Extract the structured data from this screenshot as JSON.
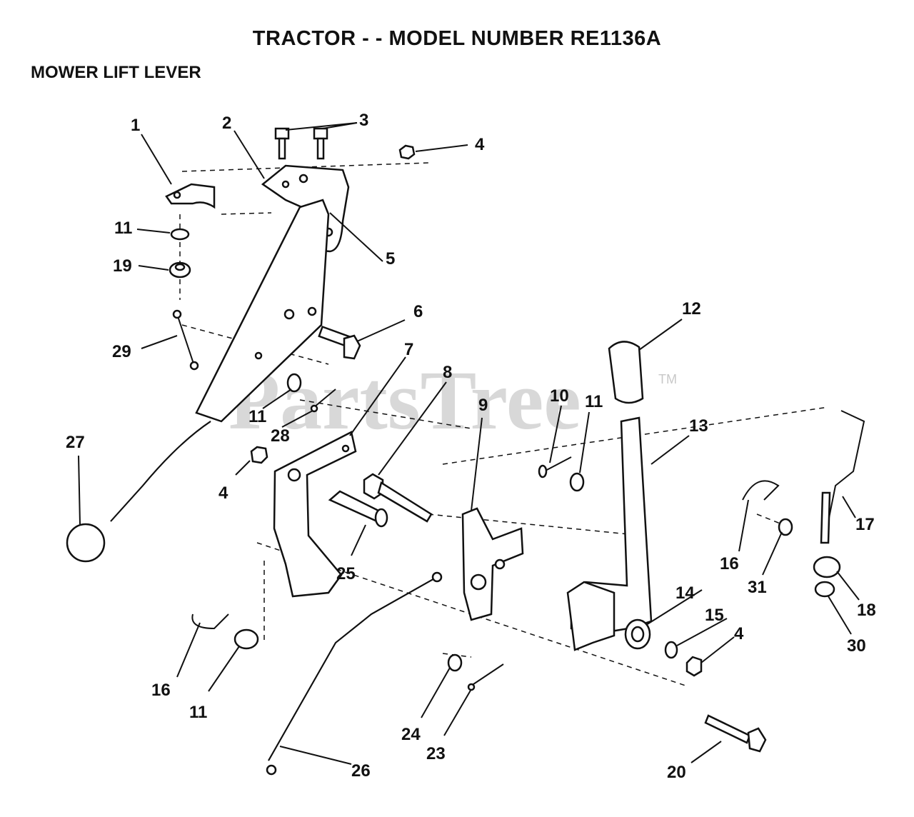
{
  "header": {
    "title": "TRACTOR - - MODEL NUMBER RE1136A",
    "subtitle": "MOWER LIFT LEVER"
  },
  "watermark": {
    "text": "PartsTree",
    "trademark": "TM"
  },
  "callouts": [
    "1",
    "2",
    "3",
    "4",
    "4",
    "4",
    "5",
    "6",
    "7",
    "8",
    "9",
    "10",
    "11",
    "11",
    "11",
    "11",
    "12",
    "13",
    "14",
    "15",
    "16",
    "16",
    "17",
    "18",
    "19",
    "20",
    "23",
    "24",
    "25",
    "26",
    "27",
    "28",
    "29",
    "30",
    "31"
  ],
  "colors": {
    "ink": "#111111",
    "watermark": "#d8d8d8",
    "background": "#ffffff"
  }
}
